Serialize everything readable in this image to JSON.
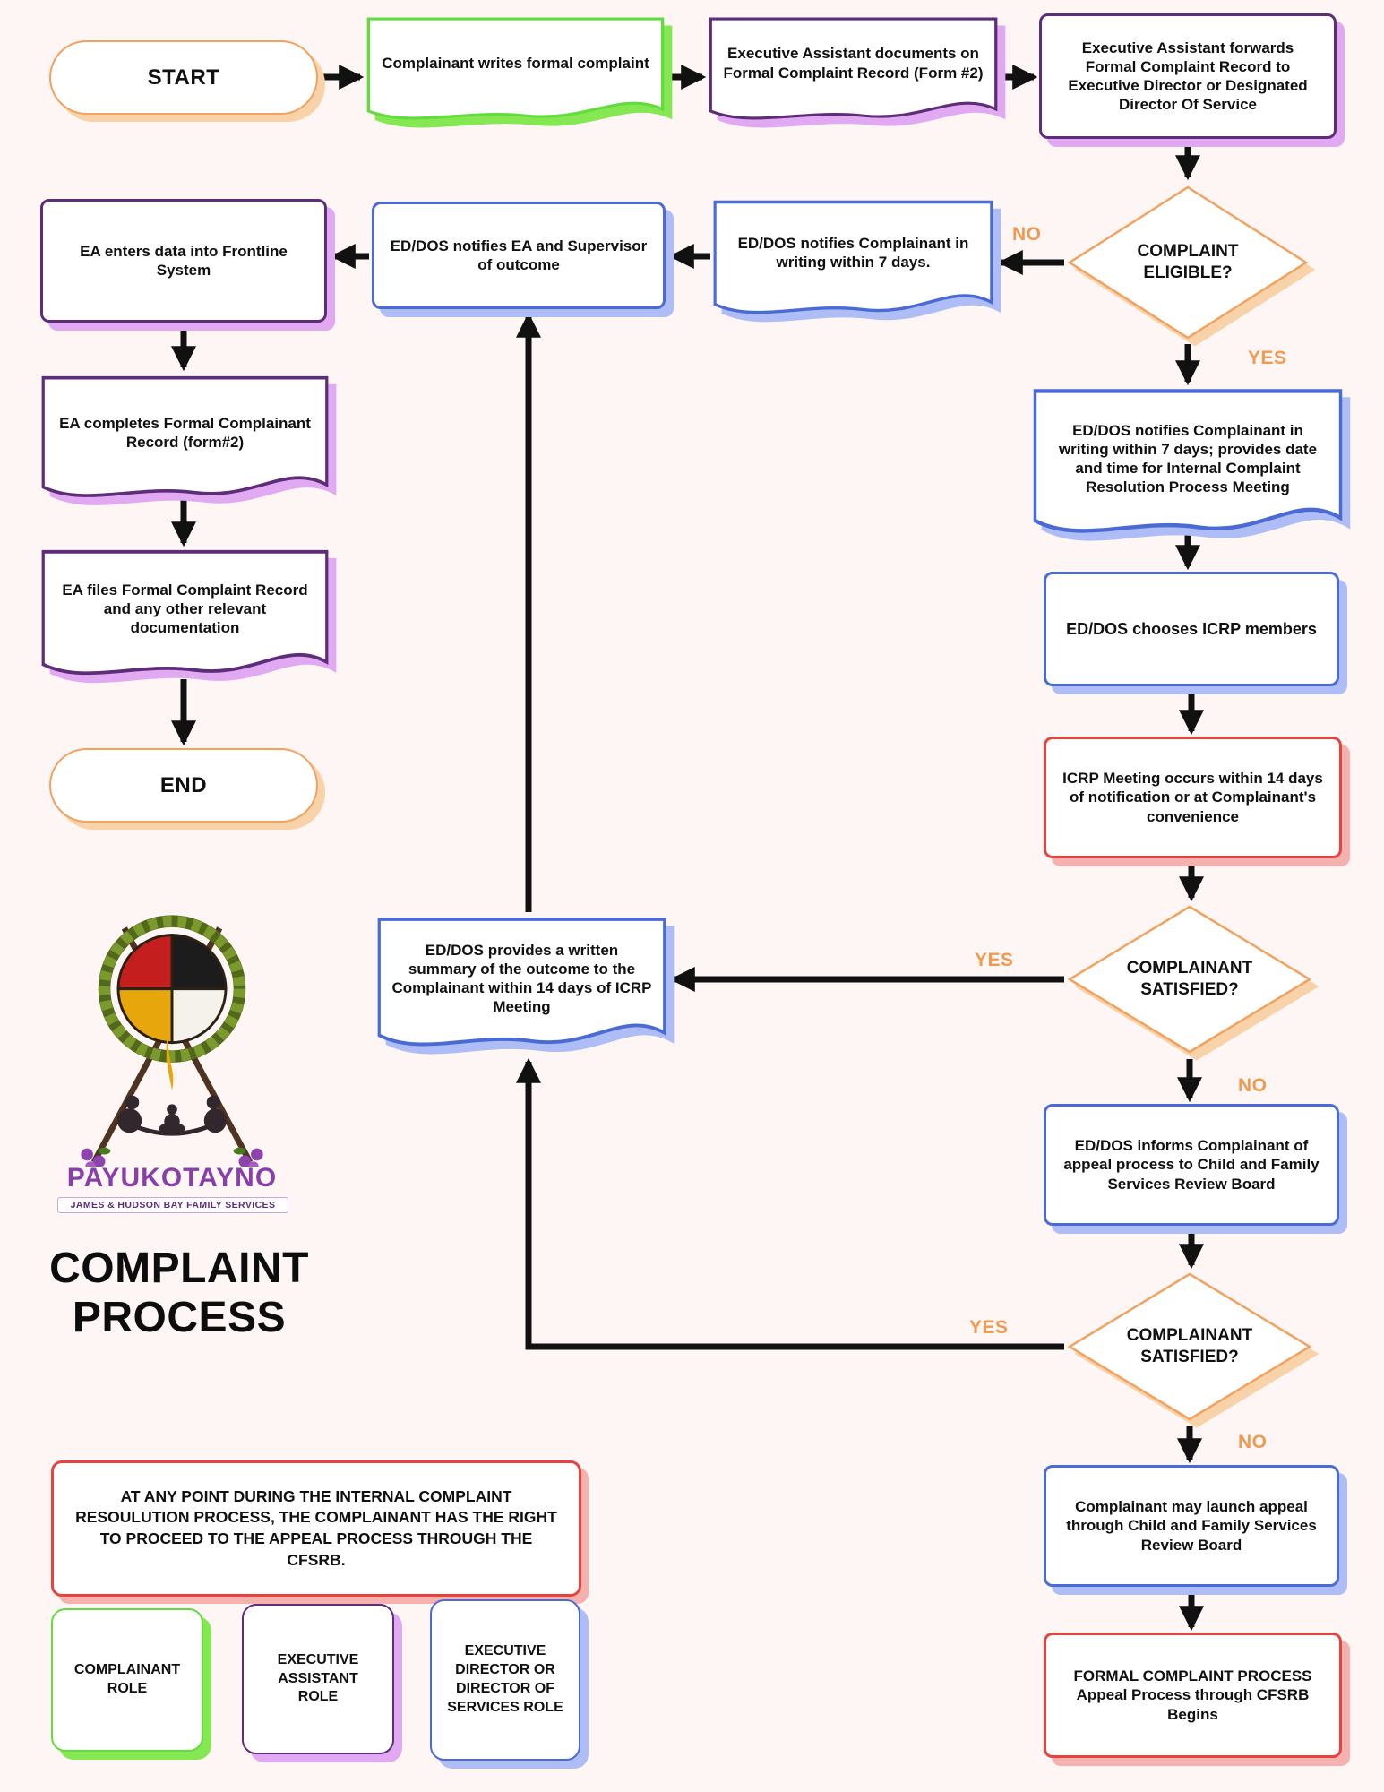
{
  "page": {
    "background": "#fdf6f5"
  },
  "title": "COMPLAINT PROCESS",
  "logo": {
    "org_name": "PAYUKOTAYNO",
    "org_subtitle": "JAMES & HUDSON BAY FAMILY SERVICES"
  },
  "labels": {
    "yes": "YES",
    "no": "NO"
  },
  "nodes": {
    "start": "START",
    "end": "END",
    "write_complaint": "Complainant writes formal complaint",
    "ea_documents": "Executive Assistant documents on Formal Complaint Record (Form #2)",
    "ea_forwards": "Executive Assistant forwards Formal Complaint Record to Executive Director or Designated Director Of Service",
    "complaint_eligible": "COMPLAINT ELIGIBLE?",
    "notify_no": "ED/DOS notifies Complainant in writing within 7 days.",
    "notify_outcome": "ED/DOS notifies EA and Supervisor of outcome",
    "ea_enters_data": "EA enters data into Frontline System",
    "ea_completes_record": "EA completes Formal Complainant Record (form#2)",
    "ea_files_record": "EA files Formal Complaint Record and any other relevant documentation",
    "notify_yes": "ED/DOS notifies Complainant in writing within 7 days; provides date and time for Internal Complaint Resolution Process Meeting",
    "choose_icrp": "ED/DOS chooses ICRP members",
    "icrp_meeting": "ICRP Meeting occurs within 14 days of notification or at Complainant's convenience",
    "satisfied_1": "COMPLAINANT SATISFIED?",
    "written_summary": "ED/DOS provides a written summary of the outcome to the Complainant within 14 days of ICRP Meeting",
    "informs_appeal": "ED/DOS informs Complainant of appeal process to Child and Family Services Review Board",
    "satisfied_2": "COMPLAINANT SATISFIED?",
    "launch_appeal": "Complainant may launch appeal through Child and Family Services Review Board",
    "formal_title": "FORMAL COMPLAINT PROCESS",
    "formal_sub": "Appeal Process through CFSRB Begins"
  },
  "note": "AT ANY POINT DURING THE INTERNAL COMPLAINT RESOULUTION PROCESS, THE COMPLAINANT HAS THE RIGHT TO PROCEED TO THE APPEAL PROCESS THROUGH THE CFSRB.",
  "legend": [
    {
      "label": "COMPLAINANT ROLE"
    },
    {
      "label": "EXECUTIVE ASSISTANT ROLE"
    },
    {
      "label": "EXECUTIVE DIRECTOR OR DIRECTOR OF SERVICES ROLE"
    }
  ],
  "colors": {
    "complainant_green": "#62dc3c",
    "executive_assistant_purple": "#5e2d79",
    "ed_dos_blue": "#4a6bd6",
    "alert_red": "#e8423e",
    "terminal_orange": "#f2a25e",
    "decision_label_orange": "#f09a50",
    "arrow_black": "#111111"
  }
}
